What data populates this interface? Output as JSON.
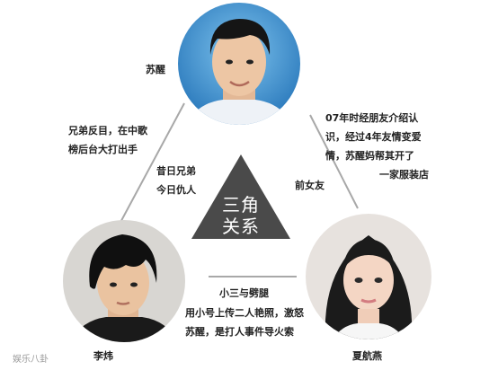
{
  "center": {
    "line1": "三角",
    "line2": "关系"
  },
  "people": {
    "top": {
      "name": "苏醒"
    },
    "left": {
      "name": "李炜"
    },
    "right": {
      "name": "夏航燕"
    }
  },
  "relations": {
    "top_left_outer": {
      "line1": "兄弟反目，在中歌",
      "line2": "榜后台大打出手"
    },
    "top_left_inner": {
      "line1": "昔日兄弟",
      "line2": "今日仇人"
    },
    "top_right_outer": {
      "line1": "07年时经朋友介绍认",
      "line2": "识，经过4年友情变爱",
      "line3": "情，苏醒妈帮其开了",
      "line4": "一家服装店"
    },
    "top_right_inner": {
      "line1": "前女友"
    },
    "bottom_heading": "小三与劈腿",
    "bottom_text": {
      "line1": "用小号上传二人艳照，激怒",
      "line2": "苏醒，是打人事件导火索"
    }
  },
  "watermark": "娱乐八卦",
  "colors": {
    "triangle": "#4a4a4a",
    "lines": "#9a9a9a",
    "center_text": "#ffffff"
  }
}
